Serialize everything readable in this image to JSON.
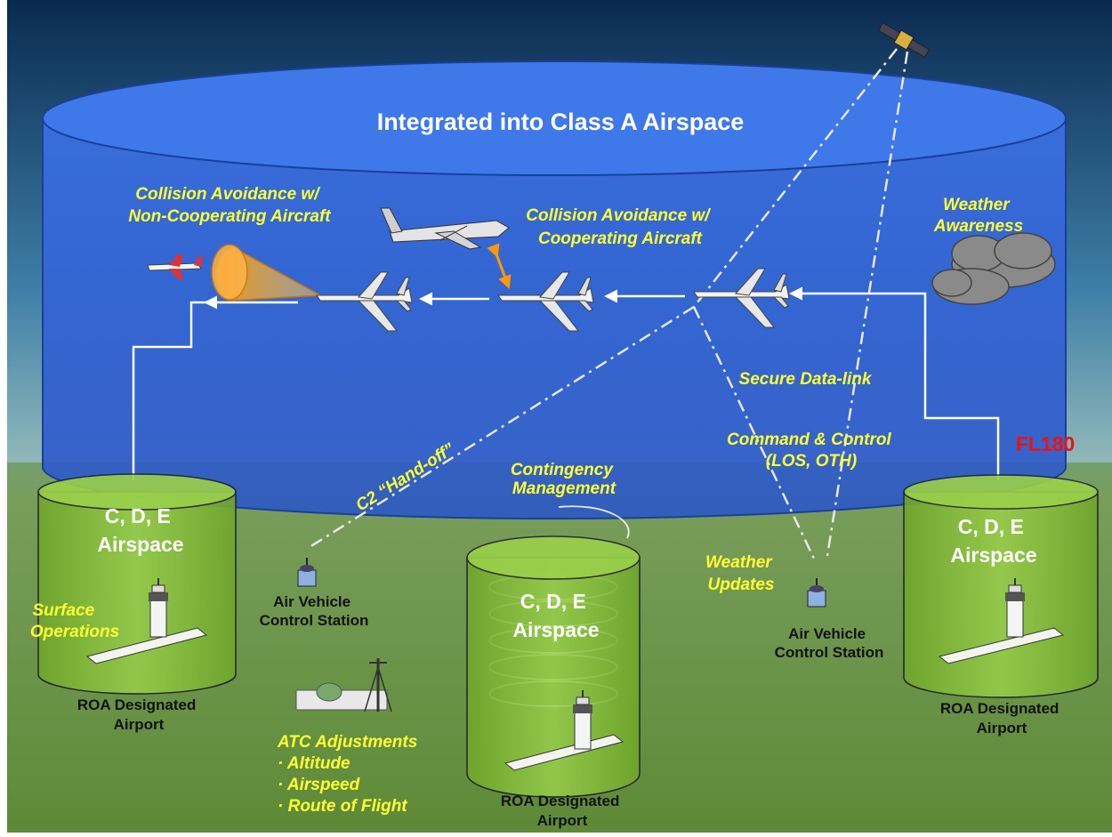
{
  "top_label": "Integrated into Class A Airspace",
  "fl_label": "FL180",
  "colors": {
    "sky_top": "#0a2a50",
    "class_a_fill": "#2f60d6",
    "class_a_top": "#3f78e8",
    "cylinder_green": "#8cc63f",
    "label_yellow": "#ffff33",
    "fl_red": "#ee1111"
  },
  "annotations": {
    "collision_noncoop": [
      "Collision Avoidance w/",
      "Non-Cooperating Aircraft"
    ],
    "collision_coop": [
      "Collision Avoidance w/",
      "Cooperating Aircraft"
    ],
    "weather_awareness": [
      "Weather",
      "Awareness"
    ],
    "secure_datalink": "Secure Data-link",
    "command_control": [
      "Command & Control",
      "(LOS, OTH)"
    ],
    "c2_handoff": "C2 “Hand-off”",
    "contingency": [
      "Contingency",
      "Management"
    ],
    "weather_updates": [
      "Weather",
      "Updates"
    ],
    "surface_ops": [
      "Surface",
      "Operations"
    ],
    "atc_title": "ATC Adjustments",
    "atc_items": [
      "· Altitude",
      "· Airspeed",
      "· Route of Flight"
    ]
  },
  "cylinders": {
    "left": [
      "C, D, E",
      "Airspace"
    ],
    "center": [
      "C, D, E",
      "Airspace"
    ],
    "right": [
      "C, D, E",
      "Airspace"
    ]
  },
  "stations": {
    "left": [
      "Air Vehicle",
      "Control Station"
    ],
    "right": [
      "Air Vehicle",
      "Control Station"
    ]
  },
  "airports": {
    "left": [
      "ROA Designated",
      "Airport"
    ],
    "center": [
      "ROA Designated",
      "Airport"
    ],
    "right": [
      "ROA Designated",
      "Airport"
    ]
  }
}
